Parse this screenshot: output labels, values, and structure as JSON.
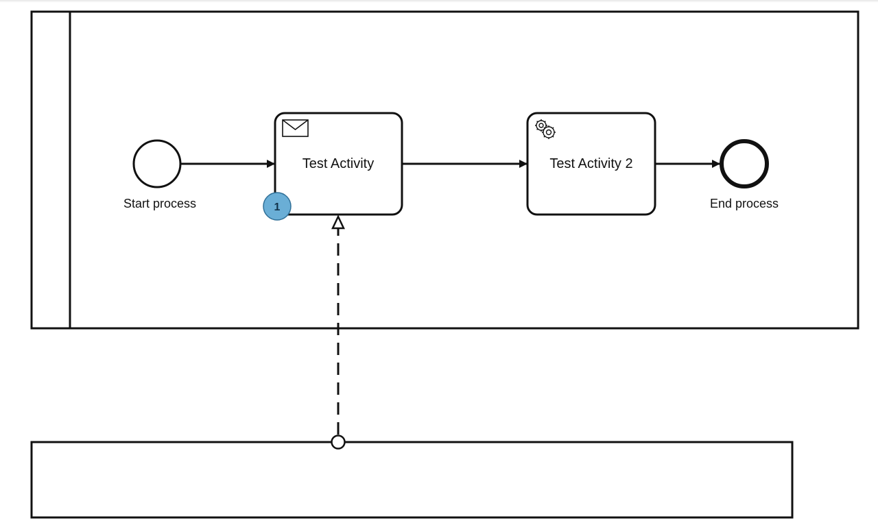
{
  "diagram": {
    "start_event": {
      "label": "Start process"
    },
    "task_1": {
      "label": "Test Activity",
      "type_icon": "envelope-icon",
      "badge": "1"
    },
    "task_2": {
      "label": "Test Activity 2",
      "type_icon": "gear-icon"
    },
    "end_event": {
      "label": "End process"
    }
  },
  "colors": {
    "stroke": "#111111",
    "badge_fill": "#6aaed6",
    "badge_stroke": "#2f6f97"
  }
}
